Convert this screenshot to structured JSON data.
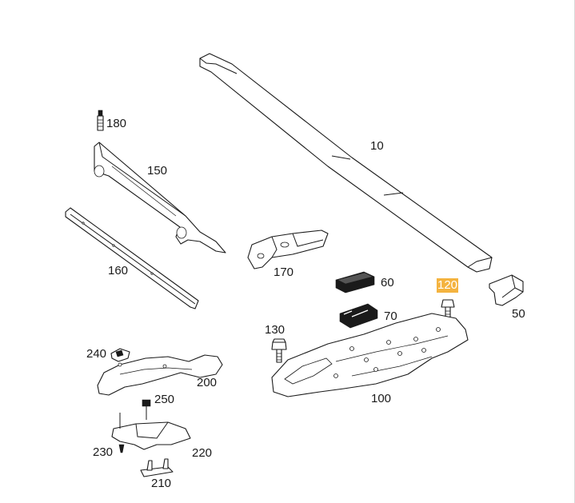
{
  "diagram": {
    "highlight_color": "#f4b33f",
    "callouts": [
      {
        "id": "10",
        "label": "10"
      },
      {
        "id": "50",
        "label": "50"
      },
      {
        "id": "60",
        "label": "60"
      },
      {
        "id": "70",
        "label": "70"
      },
      {
        "id": "100",
        "label": "100"
      },
      {
        "id": "120",
        "label": "120",
        "highlighted": true
      },
      {
        "id": "130",
        "label": "130"
      },
      {
        "id": "150",
        "label": "150"
      },
      {
        "id": "160",
        "label": "160"
      },
      {
        "id": "170",
        "label": "170"
      },
      {
        "id": "180",
        "label": "180"
      },
      {
        "id": "200",
        "label": "200"
      },
      {
        "id": "210",
        "label": "210"
      },
      {
        "id": "220",
        "label": "220"
      },
      {
        "id": "230",
        "label": "230"
      },
      {
        "id": "240",
        "label": "240"
      },
      {
        "id": "250",
        "label": "250"
      }
    ]
  }
}
